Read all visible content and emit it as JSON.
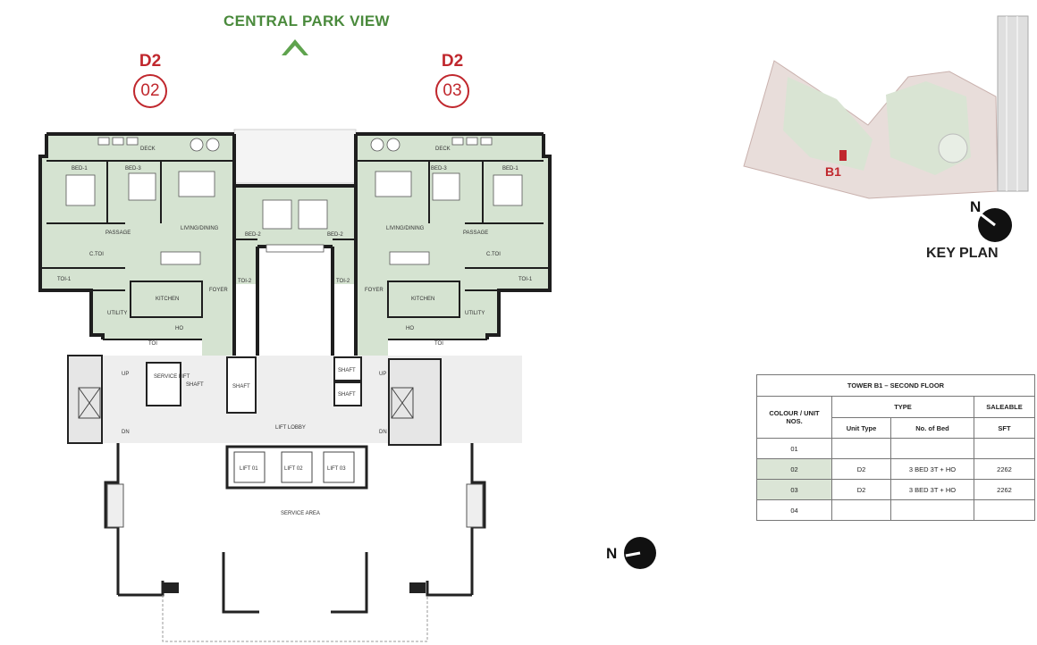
{
  "view_label": "CENTRAL PARK VIEW",
  "units": [
    {
      "type": "D2",
      "number": "02"
    },
    {
      "type": "D2",
      "number": "03"
    }
  ],
  "rooms": {
    "deck": "DECK",
    "bed1": "BED-1",
    "bed2": "BED-2",
    "bed3": "BED-3",
    "living": "LIVING/DINING",
    "passage": "PASSAGE",
    "kitchen": "KITCHEN",
    "utility": "UTILITY",
    "foyer": "FOYER",
    "ho": "HO",
    "ctoi": "C.TOI",
    "toi1": "TOI-1",
    "toi2": "TOI-2",
    "toi": "TOI",
    "shaft": "SHAFT",
    "service_lift": "SERVICE LIFT",
    "lift_lobby": "LIFT LOBBY",
    "lift01": "LIFT 01",
    "lift02": "LIFT 02",
    "lift03": "LIFT 03",
    "service_area": "SERVICE AREA",
    "up": "UP",
    "dn": "DN"
  },
  "key_plan": {
    "title": "KEY PLAN",
    "tower_marker": "B1",
    "north": "N"
  },
  "plan_north": "N",
  "colors": {
    "unit_fill": "#d5e3d1",
    "wall": "#1e1e1e",
    "accent_red": "#c0272d",
    "green_text": "#4a8a3c",
    "table_highlight": "#dbe5d6"
  },
  "area_table": {
    "title": "TOWER B1 – SECOND FLOOR",
    "col_colour": "COLOUR / UNIT NOS.",
    "col_type": "TYPE",
    "col_unit_type": "Unit Type",
    "col_no_bed": "No. of Bed",
    "col_saleable": "SALEABLE",
    "col_sft": "SFT",
    "rows": [
      {
        "unit": "01",
        "unit_type": "",
        "bed": "",
        "sft": ""
      },
      {
        "unit": "02",
        "unit_type": "D2",
        "bed": "3 BED  3T + HO",
        "sft": "2262"
      },
      {
        "unit": "03",
        "unit_type": "D2",
        "bed": "3 BED  3T + HO",
        "sft": "2262"
      },
      {
        "unit": "04",
        "unit_type": "",
        "bed": "",
        "sft": ""
      }
    ]
  }
}
